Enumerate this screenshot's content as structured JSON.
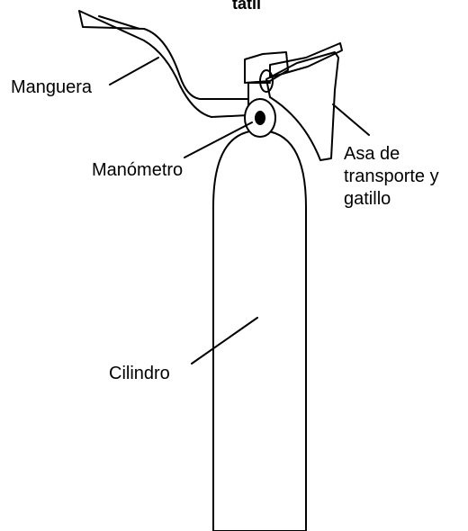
{
  "title_fragment": "tatil",
  "labels": {
    "manguera": "Manguera",
    "manometro": "Manómetro",
    "asa_line1": "Asa de",
    "asa_line2": "transporte y",
    "asa_line3": "gatillo",
    "cilindro": "Cilindro"
  }
}
